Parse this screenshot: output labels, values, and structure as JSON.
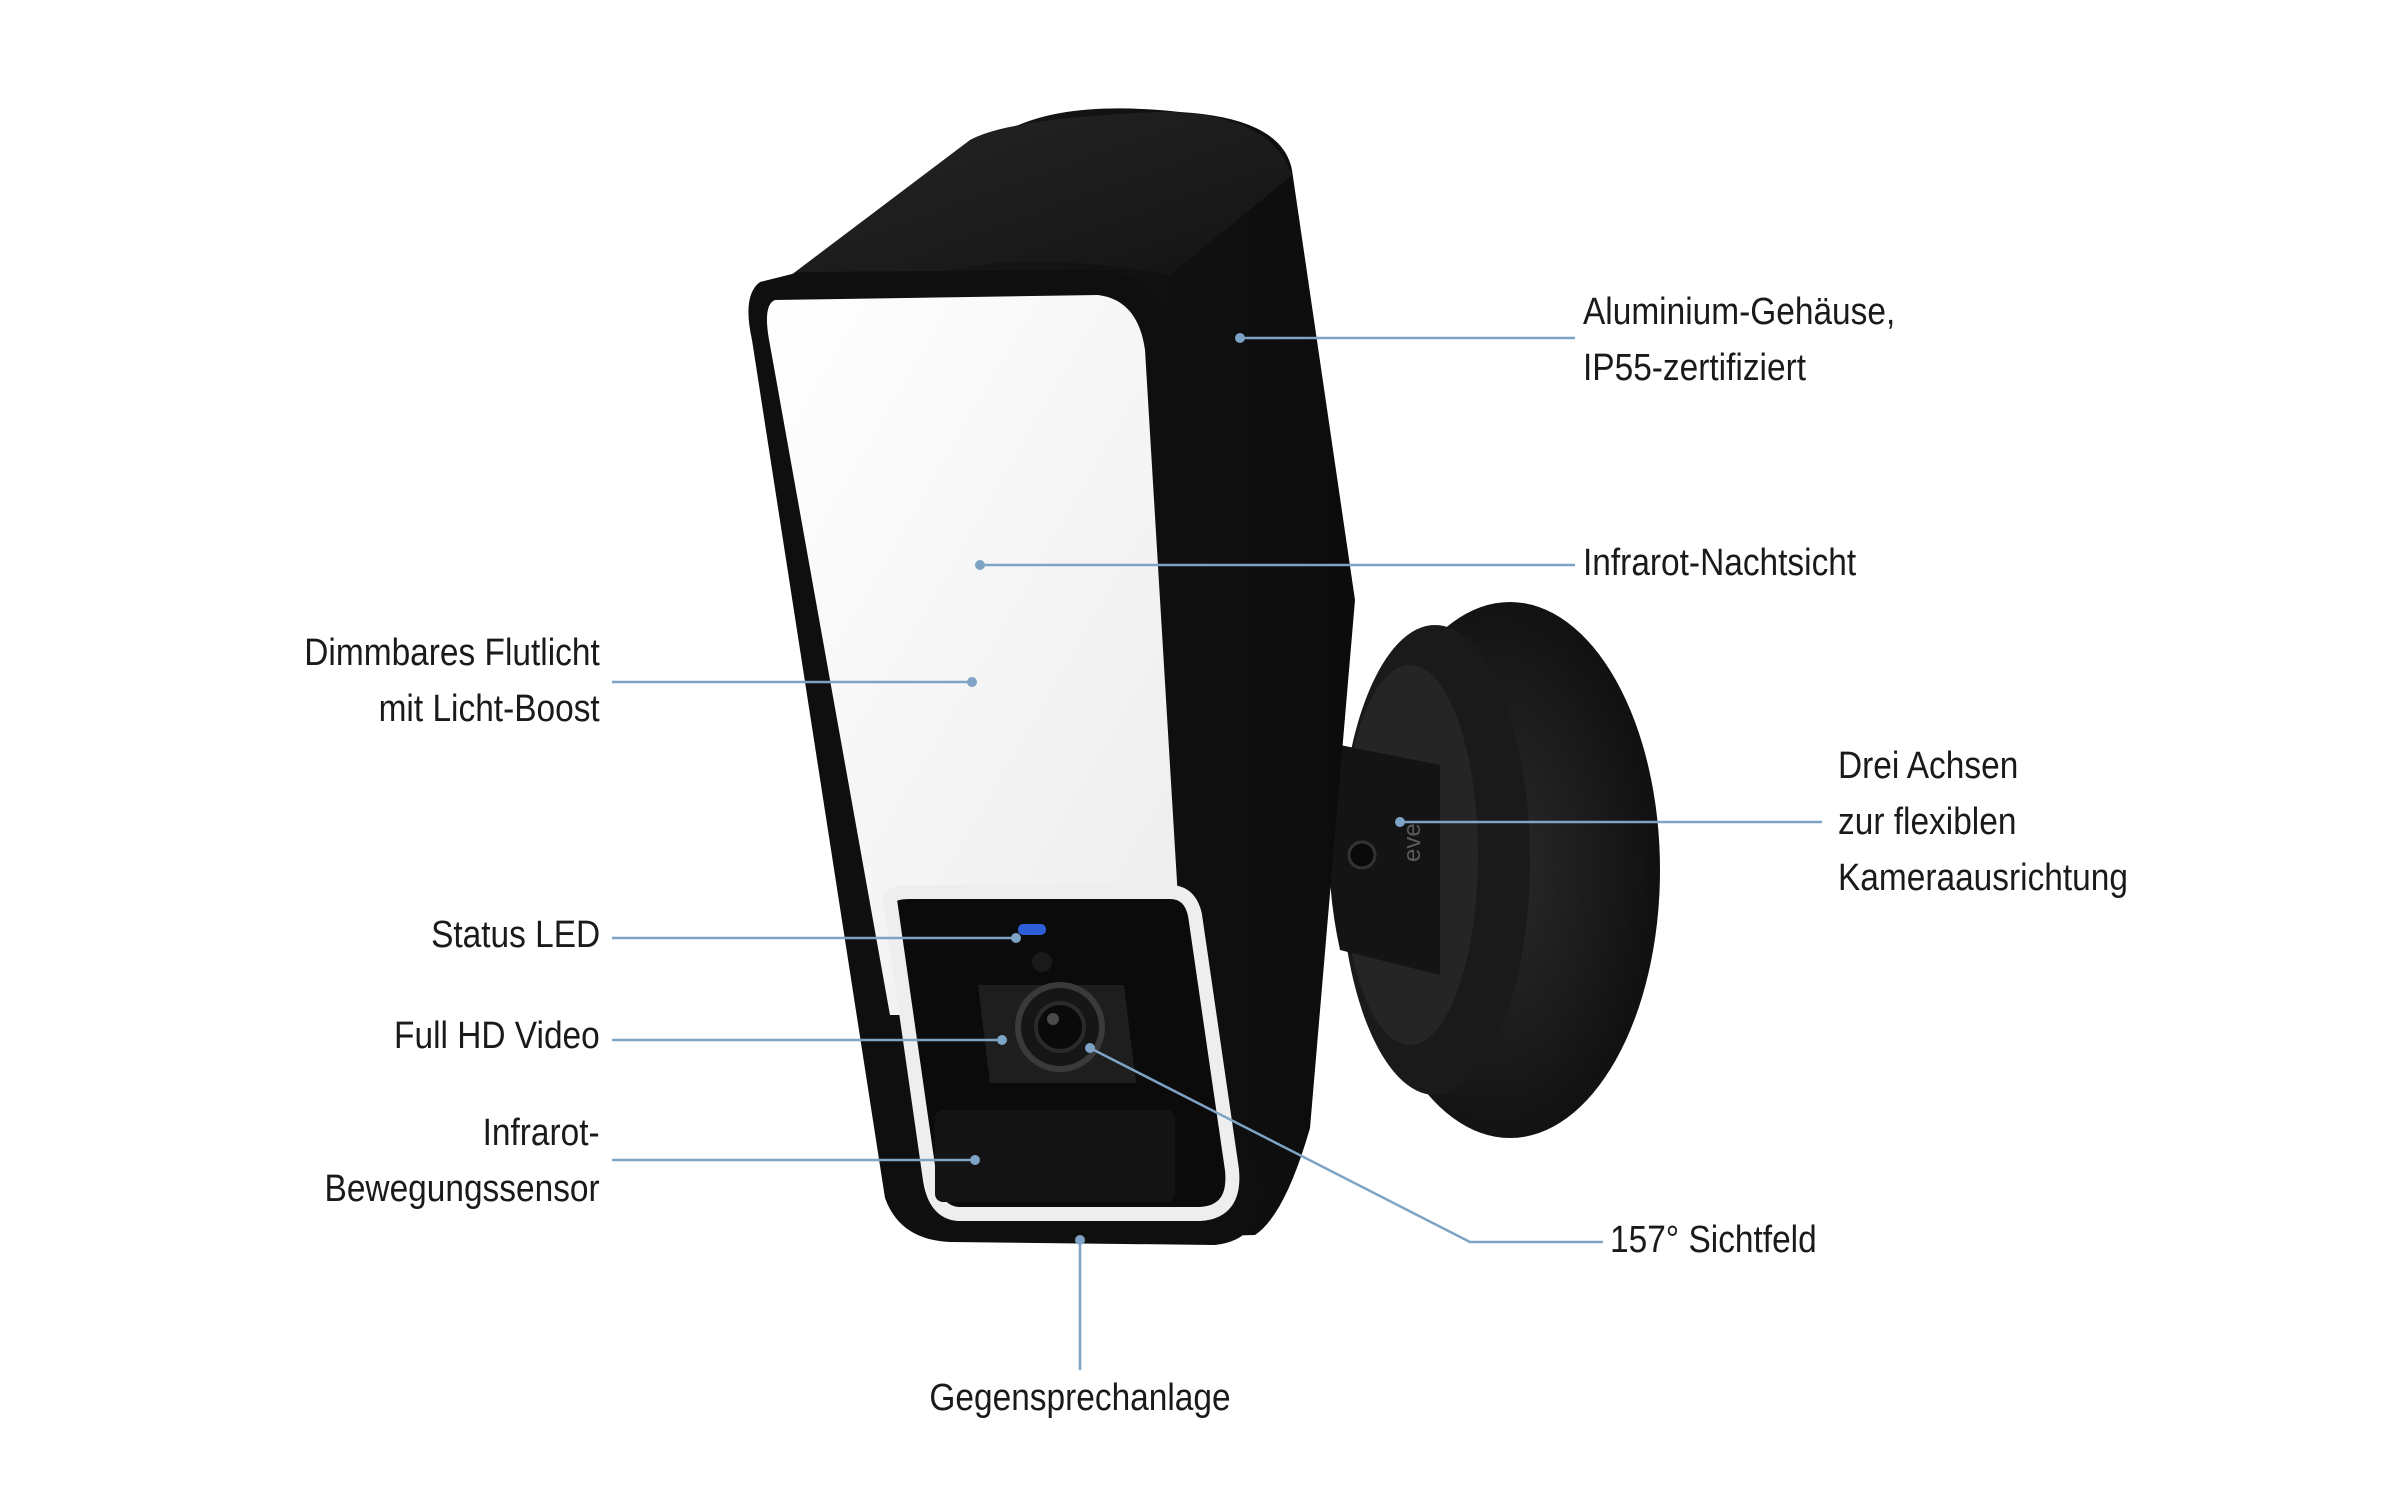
{
  "callouts": [
    {
      "id": "housing",
      "lines": [
        "Aluminium-Gehäuse,",
        "IP55-zertifiziert"
      ]
    },
    {
      "id": "night-vision",
      "lines": [
        "Infrarot-Nachtsicht"
      ]
    },
    {
      "id": "floodlight",
      "lines": [
        "Dimmbares Flutlicht",
        "mit Licht-Boost"
      ]
    },
    {
      "id": "axes",
      "lines": [
        "Drei Achsen",
        "zur flexiblen",
        "Kameraausrichtung"
      ]
    },
    {
      "id": "status-led",
      "lines": [
        "Status LED"
      ]
    },
    {
      "id": "video",
      "lines": [
        "Full HD Video"
      ]
    },
    {
      "id": "motion-sensor",
      "lines": [
        "Infrarot-",
        "Bewegungssensor"
      ]
    },
    {
      "id": "field-of-view",
      "lines": [
        "157° Sichtfeld"
      ]
    },
    {
      "id": "intercom",
      "lines": [
        "Gegensprechanlage"
      ]
    }
  ],
  "product": {
    "logo_text": "eve"
  },
  "colors": {
    "leader": "#7ea3c4",
    "body": "#1b1b1b",
    "light": "#f7f7f7",
    "led": "#2f5fd6"
  }
}
